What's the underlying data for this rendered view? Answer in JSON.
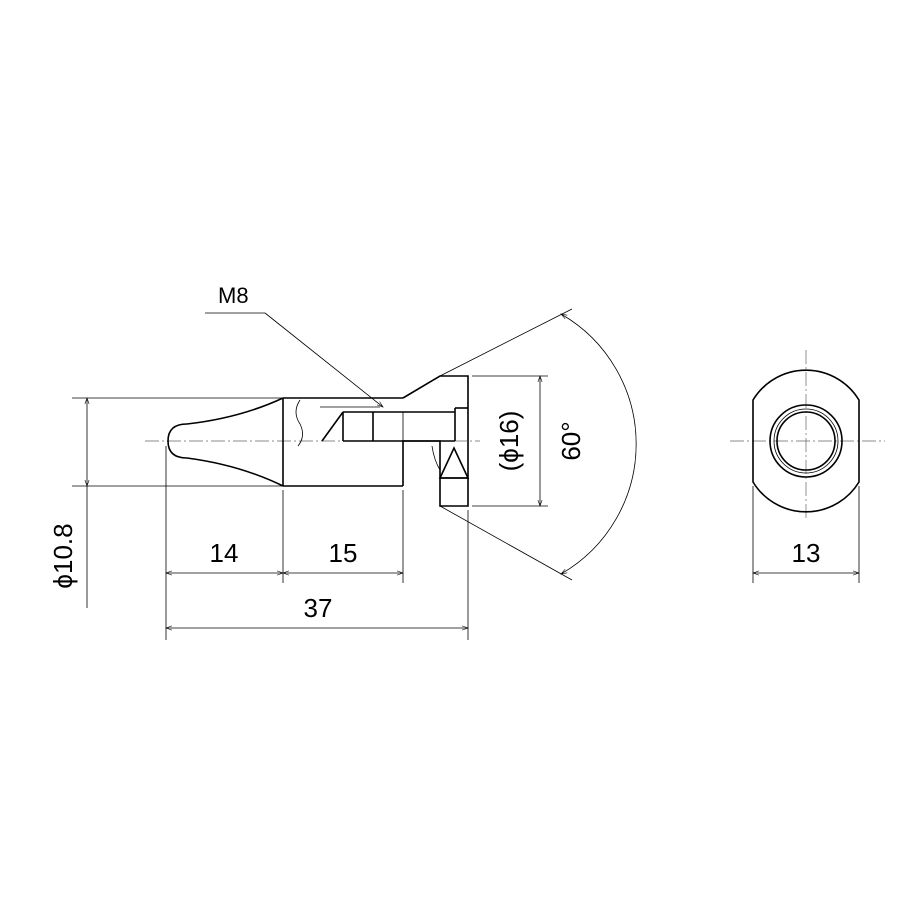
{
  "labels": {
    "thread": "M8",
    "tip_diameter": "ϕ10.8",
    "flange_diameter": "(ϕ16)",
    "angle": "60°",
    "len_tip": "14",
    "len_shank": "15",
    "len_total": "37",
    "hex_width": "13"
  },
  "colors": {
    "line": "#000000",
    "background": "#ffffff"
  }
}
